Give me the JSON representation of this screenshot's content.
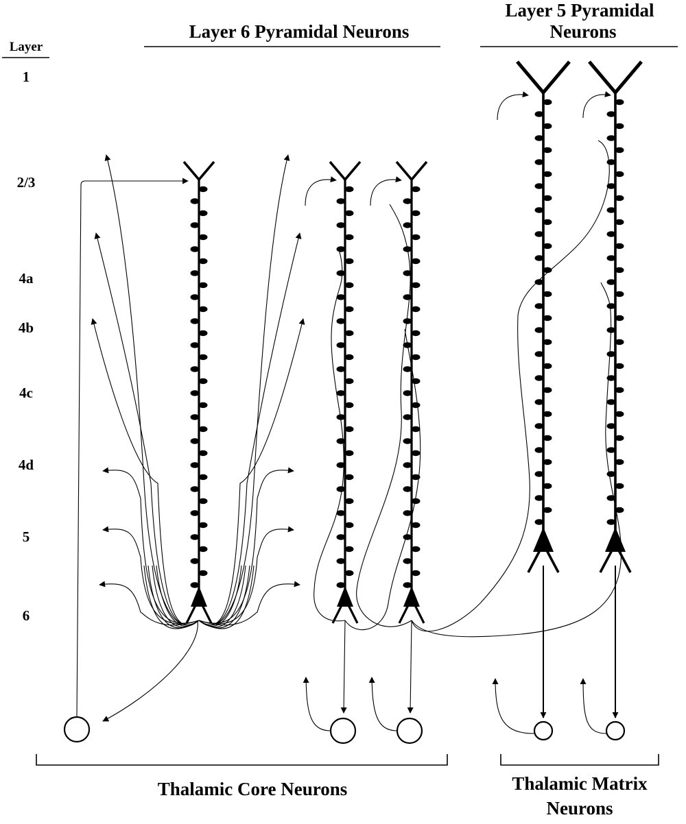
{
  "layers": {
    "header": "Layer",
    "items": [
      "1",
      "2/3",
      "4a",
      "4b",
      "4c",
      "4d",
      "5",
      "6"
    ]
  },
  "titles": {
    "layer6_title": "Layer 6 Pyramidal Neurons",
    "layer5_title_line1": "Layer 5 Pyramidal",
    "layer5_title_line2": "Neurons"
  },
  "bottom_labels": {
    "core": "Thalamic Core Neurons",
    "matrix_line1": "Thalamic Matrix",
    "matrix_line2": "Neurons"
  },
  "colors": {
    "ink": "#000000",
    "background": "#ffffff"
  }
}
